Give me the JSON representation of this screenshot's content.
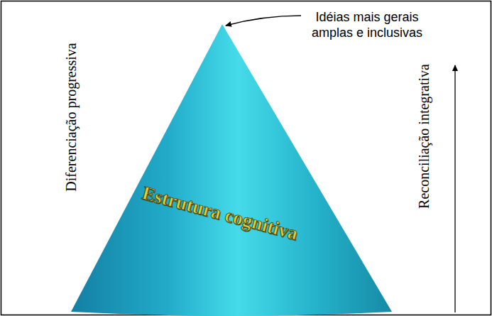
{
  "diagram": {
    "nodes": [
      {
        "text": [
          "Estrutura cognitiva"
        ]
      }
    ],
    "labels": [
      "Idéias mais gerais amplas e inclusivas",
      "Diferenciação progressiva",
      "Reconciliação integrativa"
    ]
  }
}
